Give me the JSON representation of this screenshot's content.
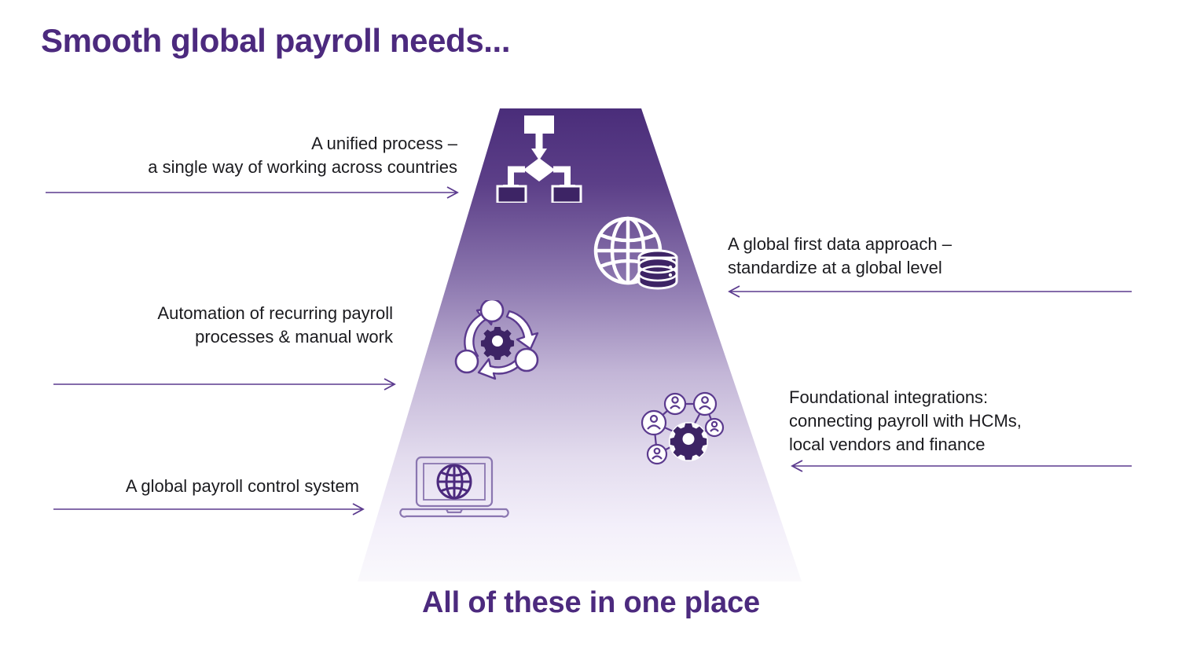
{
  "slide": {
    "title": "Smooth global payroll needs...",
    "bottom_caption": "All of these in one place",
    "title_color": "#4c2a7e",
    "caption_color": "#4c2a7e",
    "body_text_color": "#1b1b1f",
    "arrow_color": "#5b3a8e",
    "funnel_gradient_top": "#4a2d7a",
    "funnel_gradient_bottom": "#faf9fc",
    "icon_accent_dark": "#3d2465",
    "icon_outline_purple": "#5b3a8e"
  },
  "callouts": {
    "left": [
      {
        "id": "unified-process",
        "lines": [
          "A unified process –",
          "a single way of working across countries"
        ],
        "arrow_direction": "right"
      },
      {
        "id": "automation",
        "lines": [
          "Automation of recurring payroll",
          "processes & manual work"
        ],
        "arrow_direction": "right"
      },
      {
        "id": "control-system",
        "lines": [
          "A global payroll control system"
        ],
        "arrow_direction": "right"
      }
    ],
    "right": [
      {
        "id": "global-data",
        "lines": [
          "A global first data approach –",
          "standardize at a global level"
        ],
        "arrow_direction": "left"
      },
      {
        "id": "integrations",
        "lines": [
          "Foundational integrations:",
          "connecting payroll with HCMs,",
          "local vendors and finance"
        ],
        "arrow_direction": "left"
      }
    ]
  },
  "icons": [
    {
      "id": "flowchart",
      "name": "flowchart-icon",
      "style": "white-on-dark"
    },
    {
      "id": "globe-data",
      "name": "globe-database-icon",
      "style": "white-on-mid"
    },
    {
      "id": "automation",
      "name": "automation-cycle-gear-icon",
      "style": "outline-purple"
    },
    {
      "id": "network",
      "name": "network-people-gear-icon",
      "style": "outline-purple"
    },
    {
      "id": "laptop",
      "name": "laptop-globe-icon",
      "style": "outline-purple"
    }
  ]
}
